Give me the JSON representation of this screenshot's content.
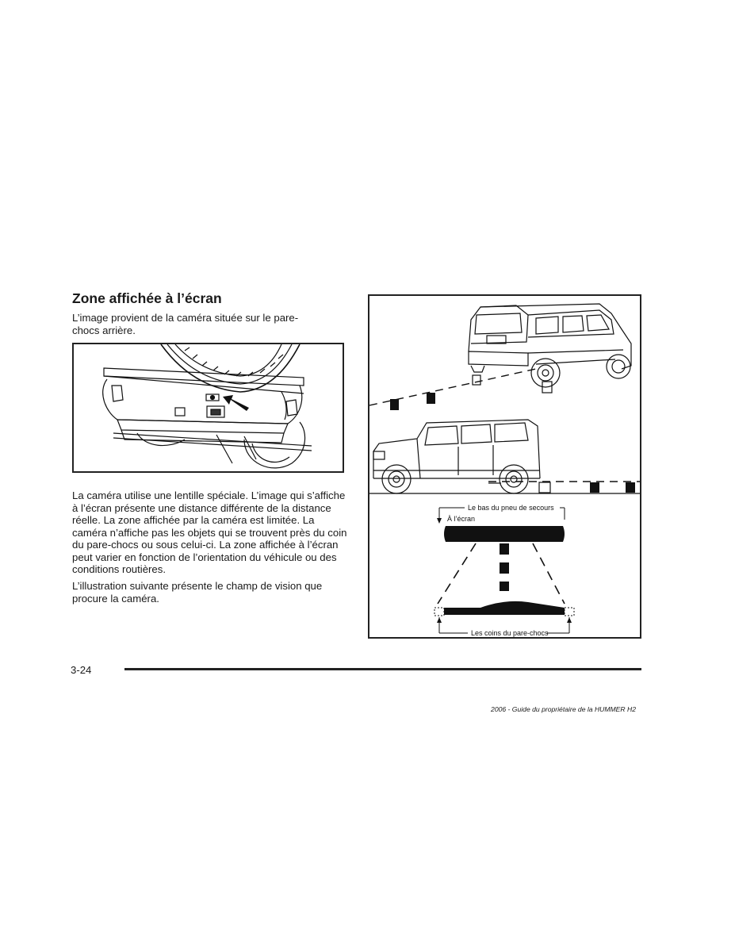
{
  "section": {
    "heading": "Zone affichée à l’écran",
    "paragraphs": [
      "L’image provient de la caméra située sur le pare-chocs arrière.",
      "La caméra utilise une lentille spéciale. L’image qui s’affiche à l’écran présente une distance différente de la distance réelle. La zone affichée par la caméra est limitée. La caméra n’affiche pas les objets qui se trouvent près du coin du pare-chocs ou sous celui-ci. La zone affichée à l’écran peut varier en fonction de l’orientation du véhicule ou des conditions routières.",
      "L’illustration suivante présente le champ de vision que procure la caméra."
    ]
  },
  "figure_field_of_view": {
    "label_spare_tire": "Le bas du pneu de secours",
    "label_on_screen": "À l’écran",
    "label_bumper_corners": "Les coins du pare-chocs"
  },
  "page": {
    "number": "3-24",
    "footer": "2006 - Guide du propriétaire de la HUMMER H2"
  }
}
